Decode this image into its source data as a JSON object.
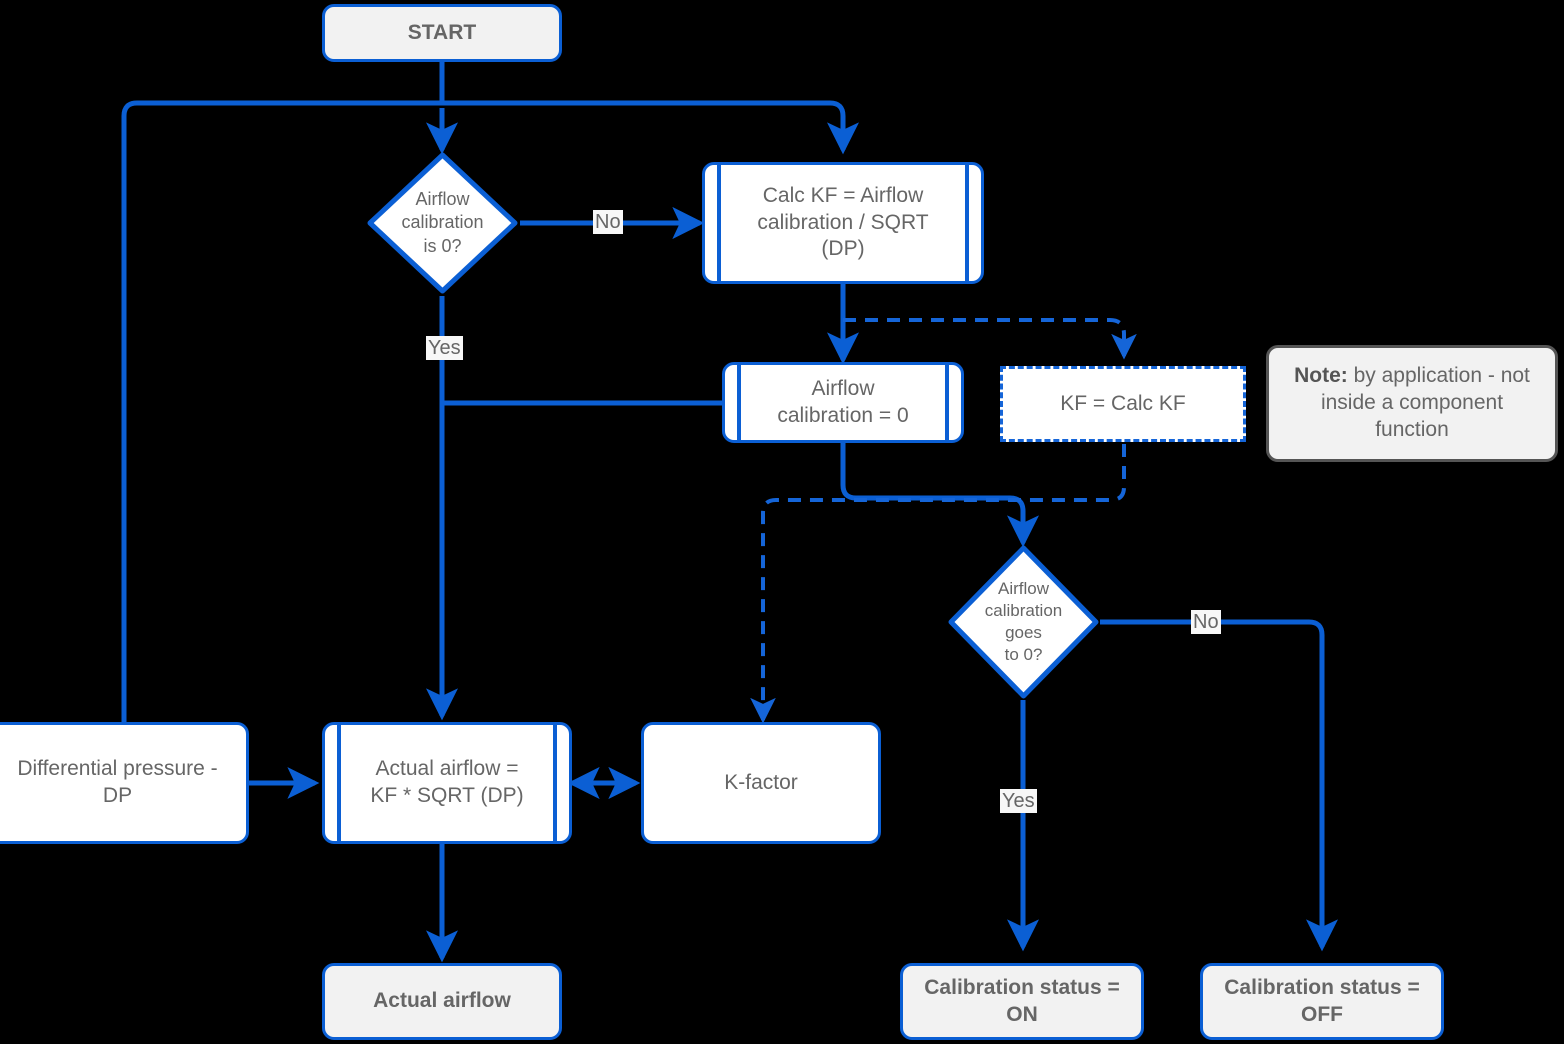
{
  "diagram": {
    "title": "Airflow calibration / K-factor flowchart",
    "colors": {
      "edge_blue": "#0b5fd4",
      "dashed_blue": "#1565d8",
      "node_text": "#666666",
      "terminal_fill": "#f2f2f2",
      "process_fill": "#ffffff",
      "note_border": "#555555",
      "background": "#000000"
    }
  },
  "nodes": {
    "start": {
      "label": "START",
      "type": "terminal"
    },
    "decision_is_zero": {
      "line1": "Airflow",
      "line2": "calibration",
      "line3": "is 0?",
      "type": "decision"
    },
    "calc_kf": {
      "line1": "Calc KF = Airflow",
      "line2": "calibration / SQRT",
      "line3": "(DP)",
      "type": "predefined-process"
    },
    "airflow_cal_zero": {
      "line1": "Airflow",
      "line2": "calibration = 0",
      "type": "predefined-process"
    },
    "kf_equals_calc_kf": {
      "label": "KF = Calc KF",
      "type": "dashed-process"
    },
    "note": {
      "strong": "Note:",
      "text": " by application - not inside a component function",
      "type": "note"
    },
    "decision_goes_zero": {
      "line1": "Airflow",
      "line2": "calibration",
      "line3": "goes",
      "line4": "to 0?",
      "type": "decision"
    },
    "differential_pressure": {
      "line1": "Differential pressure -",
      "line2": "DP",
      "type": "process"
    },
    "actual_airflow_calc": {
      "line1": "Actual airflow =",
      "line2": "KF * SQRT (DP)",
      "type": "predefined-process"
    },
    "k_factor": {
      "label": "K-factor",
      "type": "process"
    },
    "actual_airflow_out": {
      "label": "Actual airflow",
      "type": "terminal"
    },
    "calibration_status_on": {
      "line1": "Calibration status =",
      "line2": "ON",
      "type": "terminal"
    },
    "calibration_status_off": {
      "line1": "Calibration status =",
      "line2": "OFF",
      "type": "terminal"
    }
  },
  "edge_labels": {
    "no_top": "No",
    "yes_top": "Yes",
    "no_bottom": "No",
    "yes_bottom": "Yes"
  }
}
